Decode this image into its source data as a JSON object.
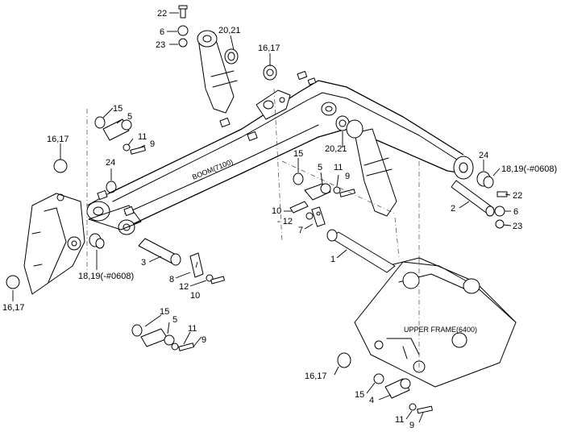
{
  "labels": {
    "l22a": "22",
    "l6a": "6",
    "l23a": "23",
    "l2021a": "20,21",
    "l1617a": "16,17",
    "l15a": "15",
    "l5a": "5",
    "l11a": "11",
    "l9a": "9",
    "l1617b": "16,17",
    "l24a": "24",
    "l15b": "15",
    "l5b": "5",
    "l11b": "11",
    "l9b": "9",
    "l2021b": "20,21",
    "l24b": "24",
    "l1819a": "18,19(-#0608)",
    "l22b": "22",
    "l6b": "6",
    "l23b": "23",
    "l2": "2",
    "l10a": "10",
    "l12a": "- 12",
    "l7": "7",
    "l1": "1",
    "l3": "3",
    "l8": "8",
    "l12b": "12",
    "l10b": "10",
    "l1819b": "18,19(-#0608)",
    "l1617c": "16,17",
    "l15c": "15",
    "l5c": "5",
    "l11c": "11",
    "l9c": "9",
    "l1617d": "16,17",
    "l15d": "15",
    "l4": "4",
    "l11d": "11",
    "l9d": "9"
  },
  "parts": {
    "boom_plate": "BOOM(7100)",
    "upper_frame": "UPPER FRAME(6400)"
  }
}
